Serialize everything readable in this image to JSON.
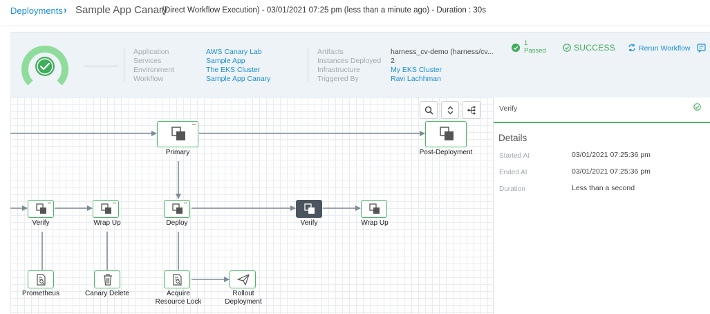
{
  "header": {
    "breadcrumb": "Deployments",
    "title": "Sample App Canary",
    "subtitle": "(Direct Workflow Execution) - 03/01/2021 07:25 pm (less than a minute ago) - Duration : 30s"
  },
  "summary": {
    "left_labels": [
      "Application",
      "Services",
      "Environment",
      "Workflow"
    ],
    "left_values": [
      "AWS Canary Lab",
      "Sample App",
      "The EKS Cluster",
      "Sample App Canary"
    ],
    "right_labels": [
      "Artifacts",
      "Instances Deployed",
      "Infrastructure",
      "Triggered By"
    ],
    "right_values": [
      "harness_cv-demo (harness/cv...",
      "2",
      "My EKS Cluster",
      "Ravi Lachhman"
    ],
    "passed_count": "1",
    "passed_label": "Passed",
    "status": "SUCCESS",
    "rerun": "Rerun Workflow",
    "colors": {
      "success": "#3fae5a",
      "link": "#1a8fd6"
    }
  },
  "toolbar": {
    "icons": [
      "search-icon",
      "collapse-expand-icon",
      "layout-icon"
    ]
  },
  "flow": {
    "nodes": {
      "primary": "Primary",
      "post_deployment": "Post-Deployment",
      "verify_left": "Verify",
      "wrapup_left": "Wrap Up",
      "deploy": "Deploy",
      "verify_active": "Verify",
      "wrapup_right": "Wrap Up",
      "prometheus": "Prometheus",
      "canary_delete": "Canary Delete",
      "acquire_lock_1": "Acquire",
      "acquire_lock_2": "Resource Lock",
      "rollout_1": "Rollout",
      "rollout_2": "Deployment"
    }
  },
  "details": {
    "panel_title": "Verify",
    "heading": "Details",
    "rows": [
      {
        "label": "Started At",
        "value": "03/01/2021 07:25:36 pm"
      },
      {
        "label": "Ended At",
        "value": "03/01/2021 07:25:36 pm"
      },
      {
        "label": "Duration",
        "value": "Less than a second"
      }
    ]
  }
}
